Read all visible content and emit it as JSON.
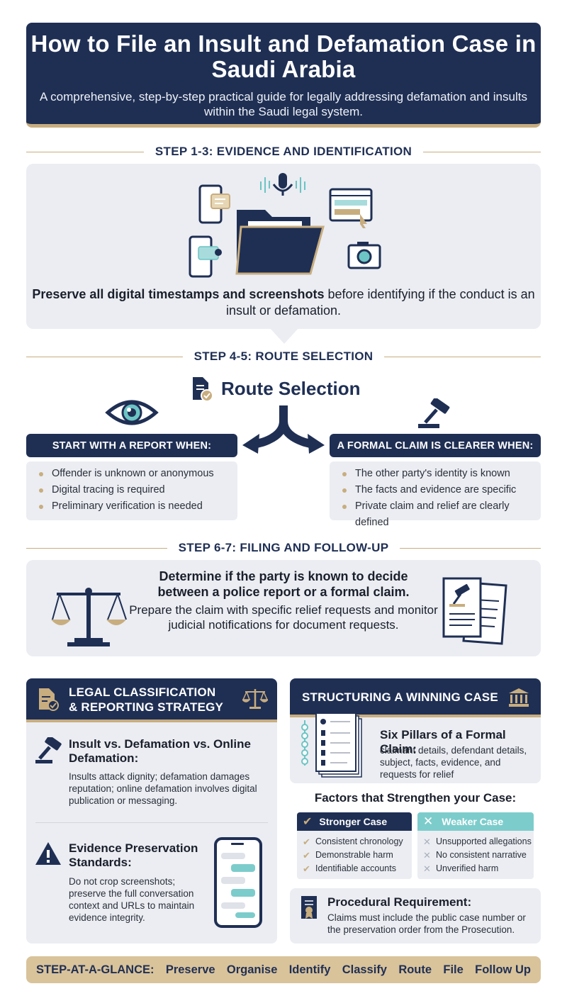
{
  "header": {
    "title": "How to File an Insult and Defamation Case in Saudi Arabia",
    "subtitle": "A comprehensive, step-by-step practical guide for legally addressing defamation and insults within the Saudi legal system."
  },
  "step1": {
    "heading": "STEP 1-3: EVIDENCE AND IDENTIFICATION",
    "text_bold": "Preserve all digital timestamps and screenshots",
    "text_rest": " before identifying if the conduct is an insult or defamation."
  },
  "step2": {
    "heading": "STEP 4-5: ROUTE SELECTION",
    "title": "Route Selection",
    "report": {
      "header": "START WITH A REPORT WHEN:",
      "items": [
        "Offender is unknown or anonymous",
        "Digital tracing is required",
        "Preliminary verification is needed"
      ]
    },
    "claim": {
      "header": "A FORMAL CLAIM IS CLEARER WHEN:",
      "items": [
        "The other party's identity is known",
        "The facts and evidence are specific",
        "Private claim and relief are clearly defined"
      ]
    }
  },
  "step3": {
    "heading": "STEP 6-7: FILING AND FOLLOW-UP",
    "bold": "Determine if the party is known to decide between a police report or a formal claim.",
    "text": "Prepare the claim with specific relief requests and monitor judicial notifications for document requests."
  },
  "legal": {
    "header_line1": "LEGAL CLASSIFICATION",
    "header_line2": "& REPORTING STRATEGY",
    "insult": {
      "title": "Insult vs. Defamation vs. Online Defamation:",
      "text": "Insults attack dignity; defamation damages reputation; online defamation involves digital publication or messaging."
    },
    "evidence": {
      "title": "Evidence Preservation Standards:",
      "text": "Do not crop screenshots; preserve the full conversation context and URLs to maintain evidence integrity."
    }
  },
  "winning": {
    "header": "STRUCTURING A WINNING CASE",
    "pillars_title": "Six Pillars of a Formal Claim:",
    "pillars_text": "claimant details, defendant details, subject, facts, evidence, and requests for relief",
    "factors_title": "Factors that Strengthen your Case:",
    "stronger": {
      "header": "Stronger Case",
      "items": [
        "Consistent chronology",
        "Demonstrable harm",
        "Identifiable accounts"
      ]
    },
    "weaker": {
      "header": "Weaker Case",
      "items": [
        "Unsupported allegations",
        "No consistent narrative",
        "Unverified harm"
      ]
    },
    "procedural": {
      "title": "Procedural Requirement:",
      "text": "Claims must include the public case number or the preservation order from the Prosecution."
    }
  },
  "glance": {
    "label": "STEP-AT-A-GLANCE:",
    "steps": [
      "Preserve",
      "Organise",
      "Identify",
      "Classify",
      "Route",
      "File",
      "Follow Up"
    ]
  },
  "colors": {
    "navy": "#1f2f54",
    "gold": "#c8ad7f",
    "teal": "#6cc4c4",
    "panel": "#ebedf2"
  }
}
